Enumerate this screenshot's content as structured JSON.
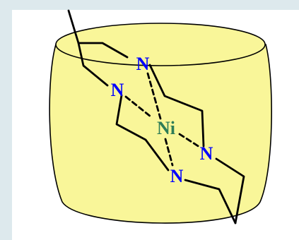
{
  "atoms": {
    "metal": "Ni",
    "n_top": "N",
    "n_left": "N",
    "n_right": "N",
    "n_bottom": "N"
  },
  "colors": {
    "background": "#dde9ed",
    "panel": "#ffffff",
    "barrel_fill": "#f9f699",
    "outline": "#000000",
    "nitrogen": "#0000ff",
    "nickel": "#2e7d57"
  }
}
